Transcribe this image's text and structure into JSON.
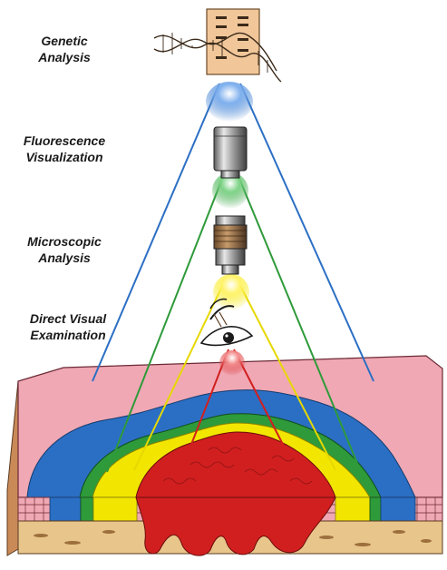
{
  "labels": {
    "genetic": {
      "line1": "Genetic",
      "line2": "Analysis"
    },
    "fluorescence": {
      "line1": "Fluorescence",
      "line2": "Visualization"
    },
    "microscopic": {
      "line1": "Microscopic",
      "line2": "Analysis"
    },
    "visual": {
      "line1": "Direct Visual",
      "line2": "Examination"
    }
  },
  "colors": {
    "blue": "#2b6fc4",
    "green": "#2e9a3a",
    "yellow": "#f2e600",
    "red": "#d11f1f",
    "pink": "#f0a8b4",
    "tissue": "#e8c58a",
    "gel": "#f1c79a"
  },
  "icons": {
    "genetic": "dna-gel-icon",
    "fluorescence": "objective-lens-icon",
    "microscopic": "microscope-lens-icon",
    "visual": "eye-icon"
  }
}
